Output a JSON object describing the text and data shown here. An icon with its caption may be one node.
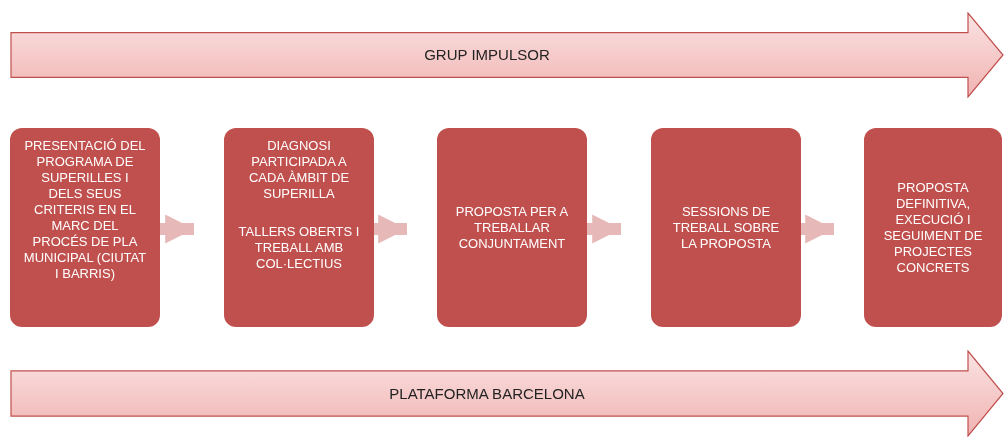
{
  "diagram": {
    "nodes": [
      {
        "text": [
          "GRUP IMPULSOR"
        ]
      },
      {
        "text": [
          "PRESENTACIÓ DEL PROGRAMA DE SUPERILLES I DELS SEUS CRITERIS EN EL MARC DEL PROCÉS DE PLA MUNICIPAL (CIUTAT I BARRIS)"
        ]
      },
      {
        "text": [
          "DIAGNOSI PARTICIPADA A CADA ÀMBIT DE SUPERILLA",
          "TALLERS OBERTS I TREBALL AMB COL·LECTIUS"
        ]
      },
      {
        "text": [
          "PROPOSTA PER A TREBALLAR CONJUNTAMENT"
        ]
      },
      {
        "text": [
          "SESSIONS DE TREBALL SOBRE LA PROPOSTA"
        ]
      },
      {
        "text": [
          "PROPOSTA DEFINITIVA, EXECUCIÓ I SEGUIMENT DE PROJECTES CONCRETS"
        ]
      },
      {
        "text": [
          "PLATAFORMA BARCELONA"
        ]
      }
    ],
    "edges": [
      {
        "from": 1,
        "to": 2,
        "arrow": "to"
      },
      {
        "from": 2,
        "to": 3,
        "arrow": "to"
      },
      {
        "from": 3,
        "to": 4,
        "arrow": "to"
      },
      {
        "from": 4,
        "to": 5,
        "arrow": "to"
      }
    ]
  }
}
